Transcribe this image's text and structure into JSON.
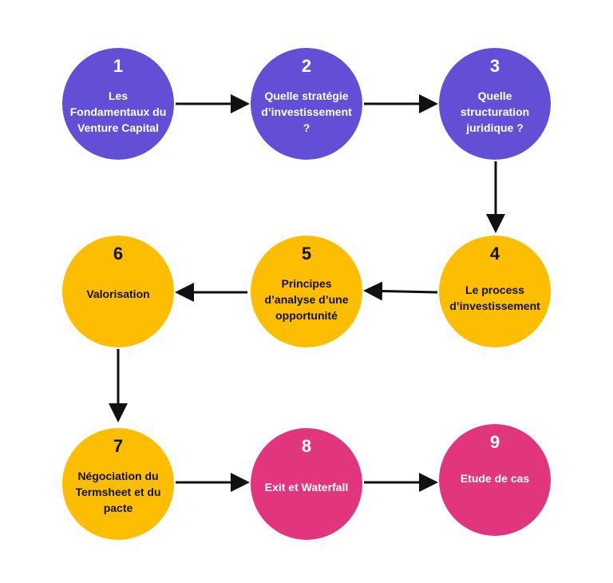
{
  "colors": {
    "purple": "#634fd6",
    "yellow": "#fdbe02",
    "pink": "#e1357e",
    "arrow": "#111111"
  },
  "steps": [
    {
      "number": "1",
      "label": "Les Fondamentaux du Venture Capital",
      "color": "purple"
    },
    {
      "number": "2",
      "label": "Quelle stratégie d’investissement ?",
      "color": "purple"
    },
    {
      "number": "3",
      "label": "Quelle structuration juridique ?",
      "color": "purple"
    },
    {
      "number": "4",
      "label": "Le process d’investissement",
      "color": "yellow"
    },
    {
      "number": "5",
      "label": "Principes d’analyse d’une opportunité",
      "color": "yellow"
    },
    {
      "number": "6",
      "label": "Valorisation",
      "color": "yellow"
    },
    {
      "number": "7",
      "label": "Négociation du Termsheet et du pacte",
      "color": "yellow"
    },
    {
      "number": "8",
      "label": "Exit et Waterfall",
      "color": "pink"
    },
    {
      "number": "9",
      "label": "Etude de cas",
      "color": "pink"
    }
  ]
}
